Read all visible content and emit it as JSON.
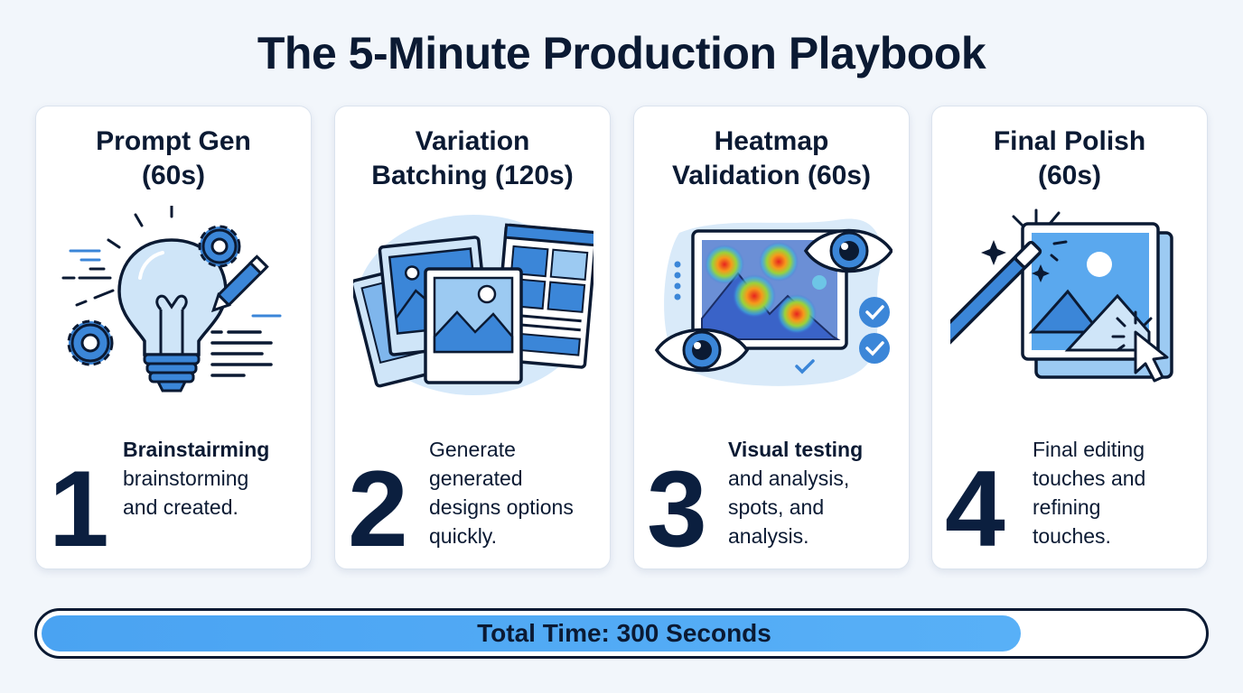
{
  "title": "The 5-Minute Production Playbook",
  "colors": {
    "background": "#f2f6fb",
    "navy": "#0b1a33",
    "accent_blue": "#3b86d8",
    "light_blue": "#cfe5f8",
    "progress_fill": "#4aa3f2"
  },
  "steps": [
    {
      "title_line1": "Prompt Gen",
      "title_line2": "(60s)",
      "number": "1",
      "icon": "lightbulb-gears-pencil-icon",
      "desc_lead": "Brainstairming",
      "desc_rest": [
        "brainstorming",
        "and created."
      ]
    },
    {
      "title_line1": "Variation",
      "title_line2": "Batching (120s)",
      "number": "2",
      "icon": "image-gallery-icon",
      "desc_lead": "",
      "desc_rest": [
        "Generate",
        "generated",
        "designs options",
        "quickly."
      ]
    },
    {
      "title_line1": "Heatmap",
      "title_line2": "Validation (60s)",
      "number": "3",
      "icon": "heatmap-eyes-icon",
      "desc_lead": "Visual testing",
      "desc_rest": [
        "and analysis,",
        "spots, and",
        "analysis."
      ]
    },
    {
      "title_line1": "Final Polish",
      "title_line2": "(60s)",
      "number": "4",
      "icon": "magic-wand-image-icon",
      "desc_lead": "",
      "desc_rest": [
        "Final editing",
        "touches and",
        "refining",
        "touches."
      ]
    }
  ],
  "progress": {
    "label": "Total Time: 300 Seconds",
    "fill_percent": 83.5
  }
}
